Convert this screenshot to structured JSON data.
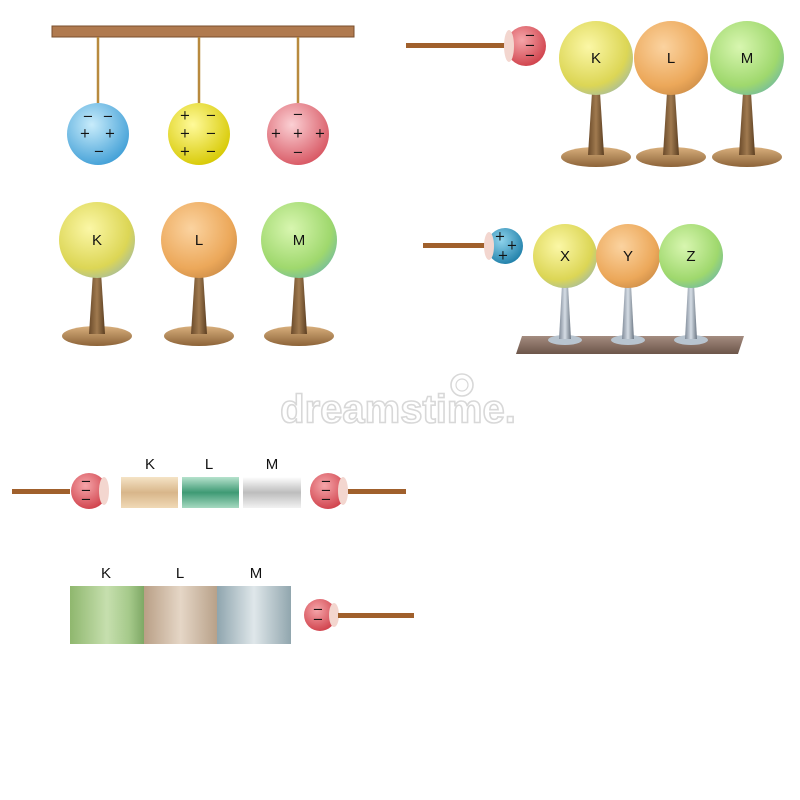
{
  "watermark": "dreamstime.",
  "panel_hanging": {
    "spheres": [
      {
        "charges": [
          "−",
          "−",
          "+",
          "+",
          "−"
        ],
        "color": "#7ec3e6"
      },
      {
        "charges": [
          "+",
          "−",
          "+",
          "−",
          "+",
          "−"
        ],
        "color": "#f0e83a"
      },
      {
        "charges": [
          "−",
          "+",
          "+",
          "+",
          "−"
        ],
        "color": "#e88891"
      }
    ]
  },
  "panel_stands_rod": {
    "rod_ball_charges": [
      "−",
      "−",
      "−"
    ],
    "spheres": [
      {
        "label": "K",
        "color": "#e8e46a"
      },
      {
        "label": "L",
        "color": "#f2b46a"
      },
      {
        "label": "M",
        "color": "#a6dd78"
      }
    ]
  },
  "panel_stands": {
    "spheres": [
      {
        "label": "K",
        "color": "#e8e46a"
      },
      {
        "label": "L",
        "color": "#f2b46a"
      },
      {
        "label": "M",
        "color": "#a6dd78"
      }
    ]
  },
  "panel_xyz": {
    "rod_ball_charges": [
      "+",
      "+",
      "+"
    ],
    "spheres": [
      {
        "label": "X",
        "color": "#e8e46a"
      },
      {
        "label": "Y",
        "color": "#f2b46a"
      },
      {
        "label": "Z",
        "color": "#a6dd78"
      }
    ]
  },
  "panel_bars": {
    "left_rod_charges": [
      "−",
      "−",
      "−"
    ],
    "right_rod_charges": [
      "−",
      "−",
      "−"
    ],
    "bars": [
      {
        "label": "K",
        "color": "#e6c79a"
      },
      {
        "label": "L",
        "color": "#5fb08f"
      },
      {
        "label": "M",
        "color": "#dcdcdc"
      }
    ]
  },
  "panel_blocks": {
    "rod_charges": [
      "−",
      "−"
    ],
    "blocks": [
      {
        "label": "K",
        "color": "#a9c98e"
      },
      {
        "label": "L",
        "color": "#cdbba8"
      },
      {
        "label": "M",
        "color": "#aebfc6"
      }
    ]
  }
}
